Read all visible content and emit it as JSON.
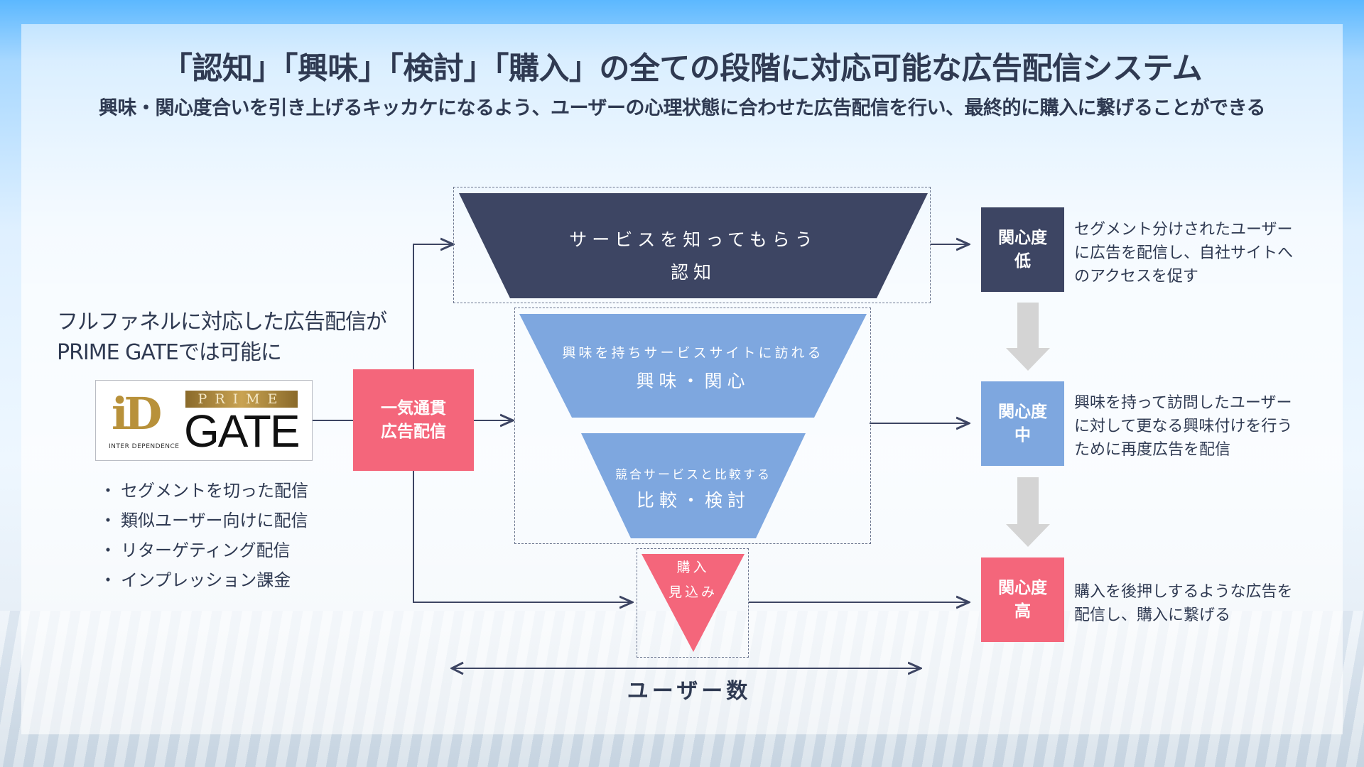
{
  "title": "「認知」「興味」「検討」「購入」の全ての段階に対応可能な広告配信システム",
  "subtitle": "興味・関心度合いを引き上げるキッカケになるよう、ユーザーの心理状態に合わせた広告配信を行い、最終的に購入に繋げることができる",
  "lead": {
    "line1": "フルファネルに対応した広告配信が",
    "line2": "PRIME GATEでは可能に"
  },
  "logo": {
    "mark": "iD",
    "prime": "PRIME",
    "gate": "GATE",
    "company": "INTER DEPENDENCE"
  },
  "bullets": [
    "セグメントを切った配信",
    "類似ユーザー向けに配信",
    "リターゲティング配信",
    "インプレッション課金"
  ],
  "bullet_mark": "・",
  "center_box": {
    "line1": "一気通貫",
    "line2": "広告配信"
  },
  "funnel": [
    {
      "small": "サービスを知ってもらう",
      "big": "認知"
    },
    {
      "small": "興味を持ちサービスサイトに訪れる",
      "big": "興味・関心"
    },
    {
      "small": "競合サービスと比較する",
      "big": "比較・検討"
    },
    {
      "small": "購入",
      "big": "見込み"
    }
  ],
  "levels": [
    {
      "line1": "関心度",
      "line2": "低",
      "desc": [
        "セグメント分けされたユーザー",
        "に広告を配信し、自社サイトへ",
        "のアクセスを促す"
      ]
    },
    {
      "line1": "関心度",
      "line2": "中",
      "desc": [
        "興味を持って訪問したユーザー",
        "に対して更なる興味付けを行う",
        "ために再度広告を配信"
      ]
    },
    {
      "line1": "関心度",
      "line2": "高",
      "desc": [
        "購入を後押しするような広告を",
        "配信し、購入に繋げる"
      ]
    }
  ],
  "users_label": "ユーザー数",
  "colors": {
    "dark_navy": "#3d4563",
    "light_blue": "#7ea7df",
    "pink": "#f4667b",
    "text": "#2f3a52",
    "logo_gold": "#b8913a"
  }
}
